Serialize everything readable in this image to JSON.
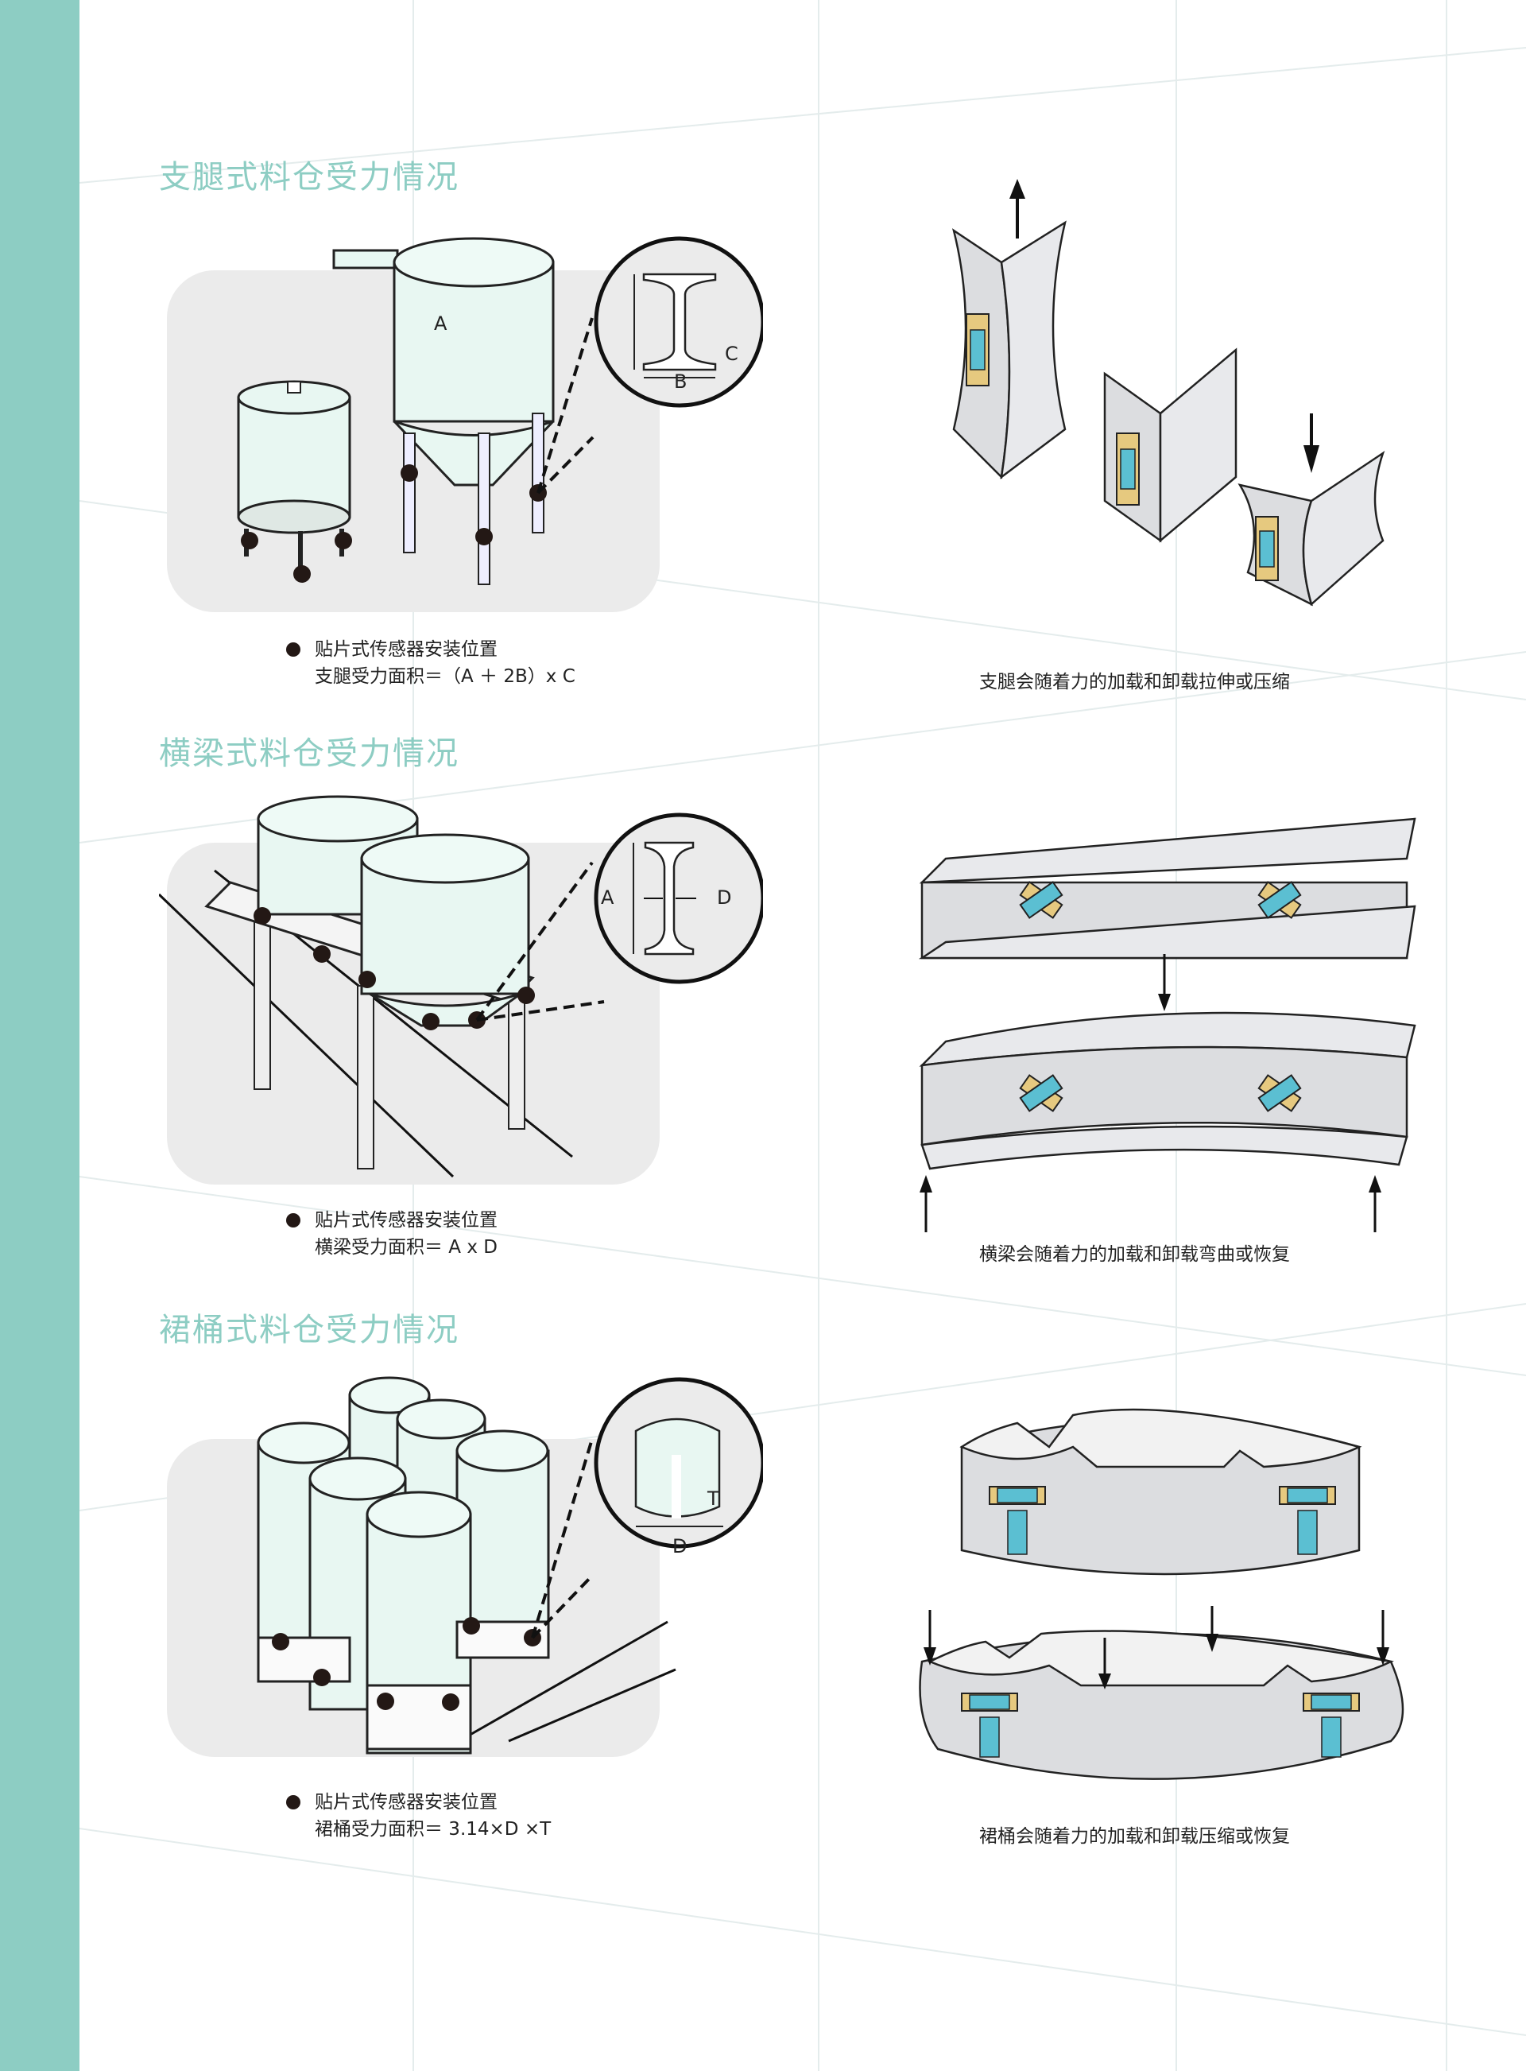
{
  "colors": {
    "accent": "#8dcdc3",
    "tank": "#e8f7f2",
    "gray_panel": "#ebebeb",
    "beam": "#dcdde0",
    "gauge_blue": "#5bbfd2",
    "gauge_gold": "#e6c97f"
  },
  "sections": [
    {
      "title": "支腿式料仓受力情况",
      "marker_label": "贴片式传感器安装位置",
      "formula": "支腿受力面积＝（A ＋ 2B）x C",
      "right_caption": "支腿会随着力的加载和卸载拉伸或压缩",
      "detail_labels": [
        "A",
        "B",
        "C"
      ]
    },
    {
      "title": "横梁式料仓受力情况",
      "marker_label": "贴片式传感器安装位置",
      "formula": "横梁受力面积＝ A x D",
      "right_caption": "横梁会随着力的加载和卸载弯曲或恢复",
      "detail_labels": [
        "A",
        "D"
      ]
    },
    {
      "title": "裙桶式料仓受力情况",
      "marker_label": "贴片式传感器安装位置",
      "formula": "裙桶受力面积＝ 3.14×D ×T",
      "right_caption": "裙桶会随着力的加载和卸载压缩或恢复",
      "detail_labels": [
        "T",
        "D"
      ]
    }
  ]
}
